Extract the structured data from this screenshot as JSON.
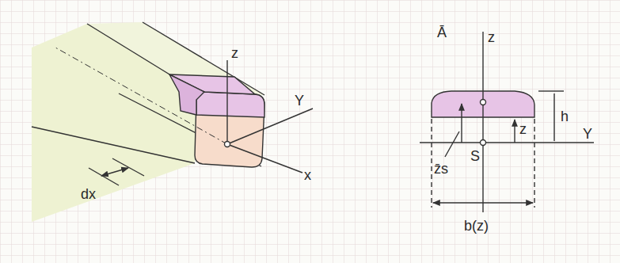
{
  "diagram": {
    "labels": [
      "z",
      "Y",
      "x",
      "dx",
      "Ā",
      "z",
      "h",
      "Y",
      "S",
      "z",
      "z̄s",
      "b(z)"
    ]
  }
}
